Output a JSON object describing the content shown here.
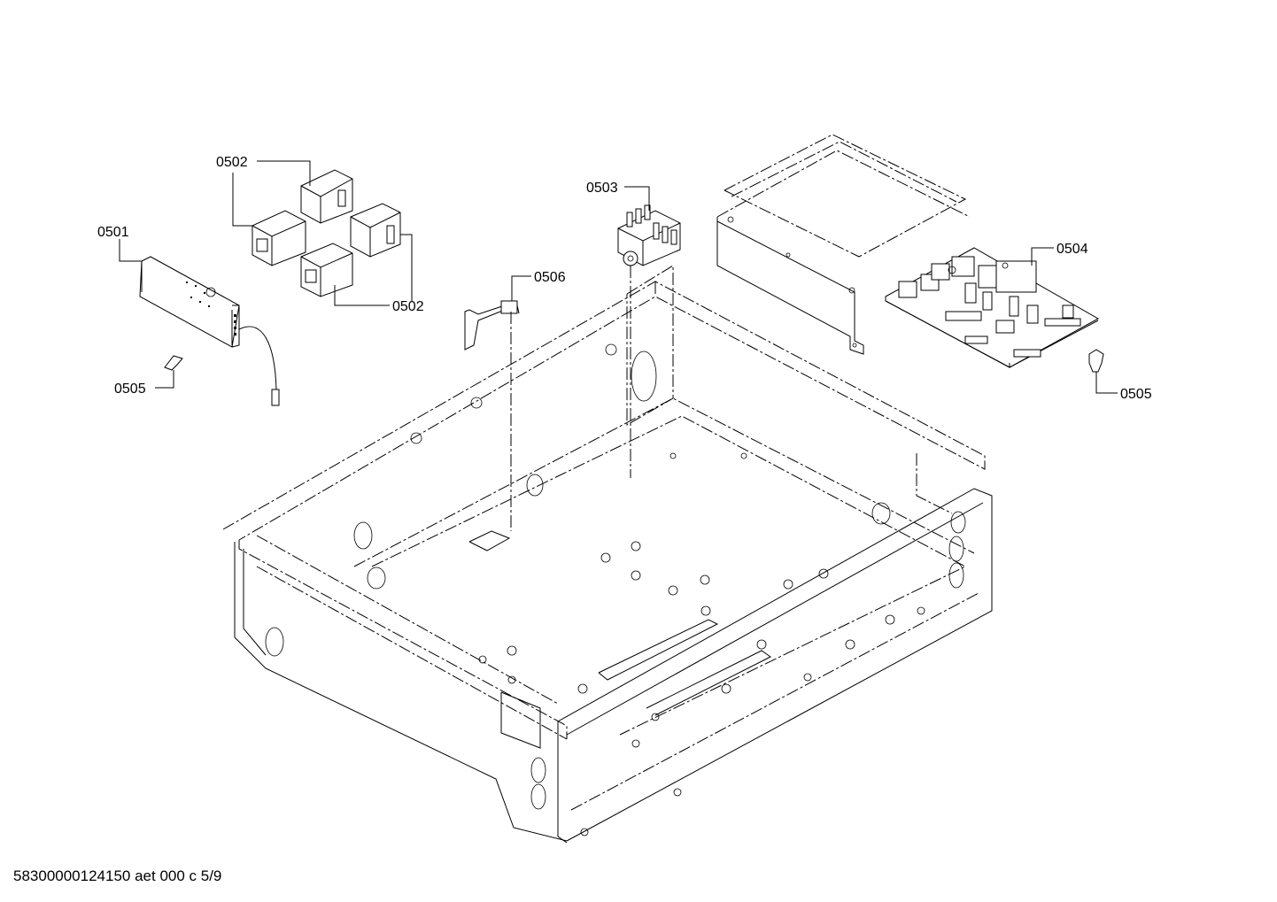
{
  "callouts": {
    "c0501": "0501",
    "c0502a": "0502",
    "c0502b": "0502",
    "c0503": "0503",
    "c0504": "0504",
    "c0505a": "0505",
    "c0505b": "0505",
    "c0506": "0506"
  },
  "footer": "58300000124150 aet 000 c 5/9",
  "colors": {
    "line": "#000000",
    "background": "#ffffff"
  }
}
